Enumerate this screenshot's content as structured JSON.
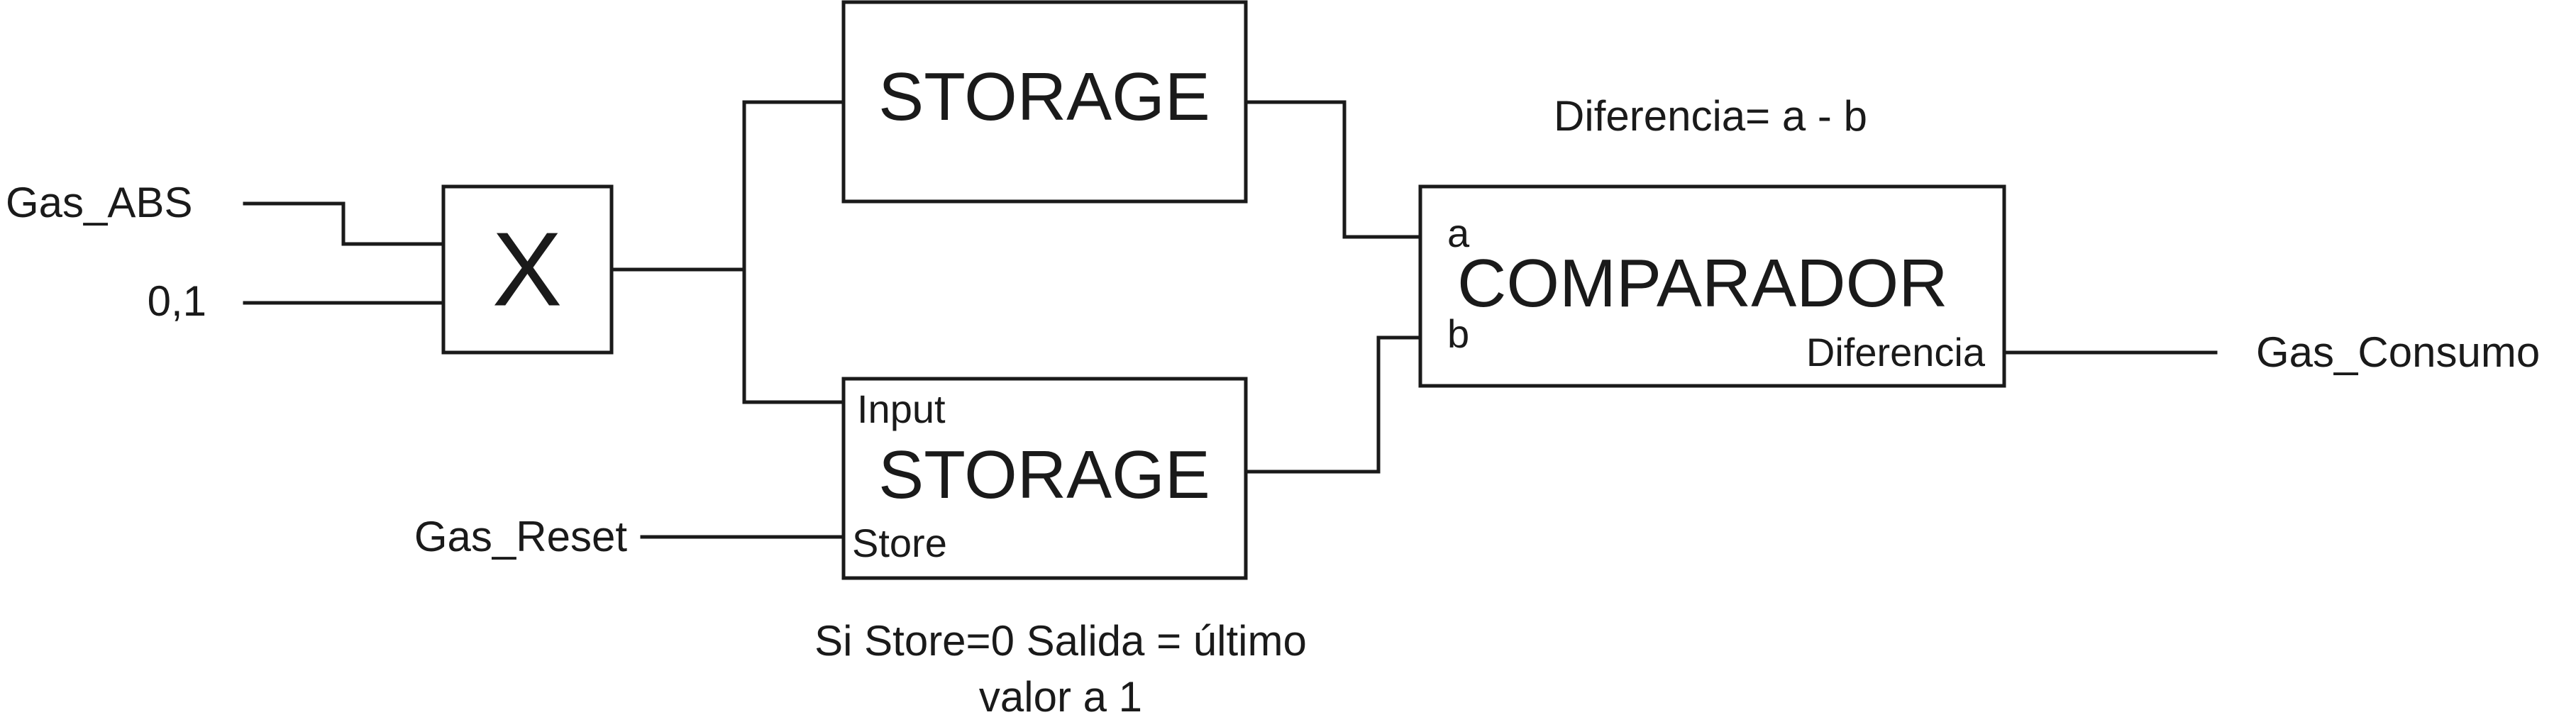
{
  "colors": {
    "line": "#1a1a1a",
    "text": "#1a1a1a",
    "background": "#ffffff"
  },
  "inputs": {
    "gas_abs": "Gas_ABS",
    "constant": "0,1",
    "gas_reset": "Gas_Reset"
  },
  "output": {
    "gas_consumo": "Gas_Consumo"
  },
  "multiplier": {
    "symbol": "X"
  },
  "storage_top": {
    "label": "STORAGE"
  },
  "storage_bottom": {
    "label": "STORAGE",
    "input_port": "Input",
    "store_port": "Store"
  },
  "comparator": {
    "label": "COMPARADOR",
    "port_a": "a",
    "port_b": "b",
    "output_port": "Diferencia"
  },
  "notes": {
    "difference_formula": "Diferencia= a - b",
    "storage_line1": "Si Store=0 Salida = último",
    "storage_line2": "valor a 1"
  }
}
